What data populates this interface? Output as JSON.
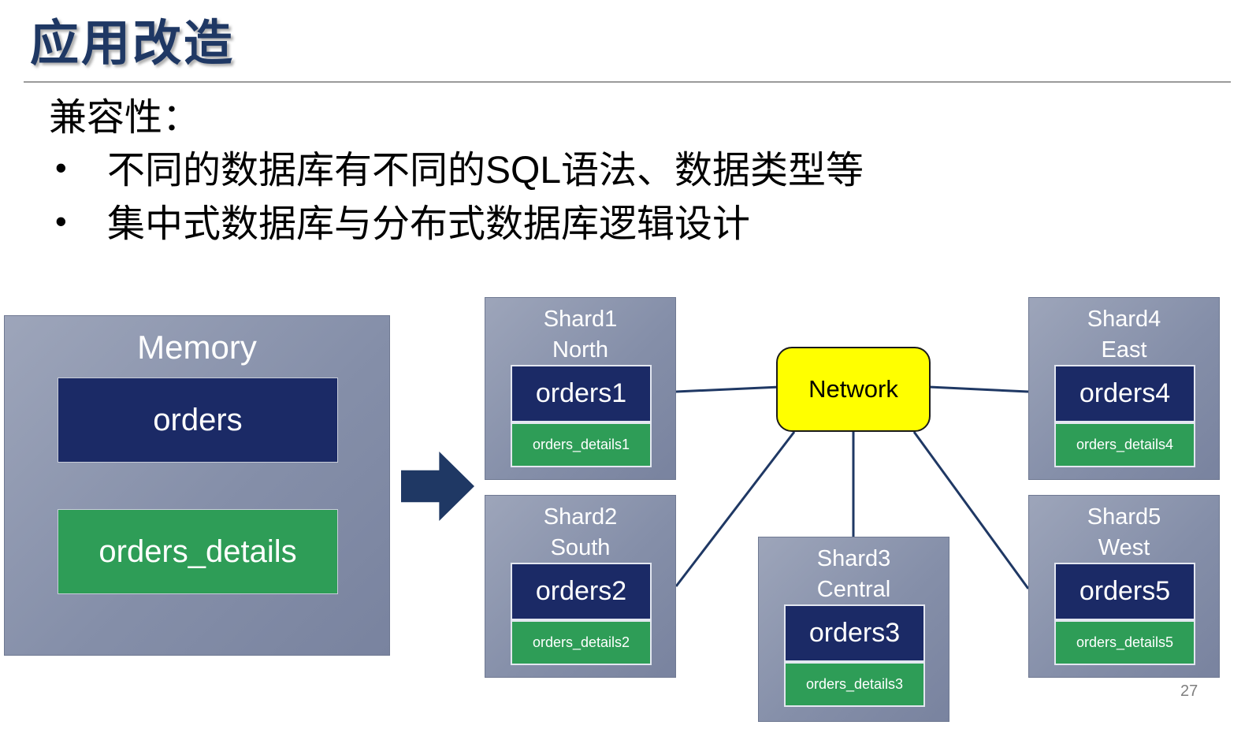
{
  "slide": {
    "title": "应用改造",
    "page_number": "27"
  },
  "content": {
    "heading": "兼容性：",
    "bullet_glyph": "•",
    "bullets": [
      "不同的数据库有不同的SQL语法、数据类型等",
      "集中式数据库与分布式数据库逻辑设计"
    ]
  },
  "diagram": {
    "memory": {
      "label": "Memory",
      "orders": "orders",
      "details": "orders_details"
    },
    "network": {
      "label": "Network"
    },
    "shards": [
      {
        "title": "Shard1",
        "subtitle": "North",
        "orders": "orders1",
        "details": "orders_details1"
      },
      {
        "title": "Shard2",
        "subtitle": "South",
        "orders": "orders2",
        "details": "orders_details2"
      },
      {
        "title": "Shard3",
        "subtitle": "Central",
        "orders": "orders3",
        "details": "orders_details3"
      },
      {
        "title": "Shard4",
        "subtitle": "East",
        "orders": "orders4",
        "details": "orders_details4"
      },
      {
        "title": "Shard5",
        "subtitle": "West",
        "orders": "orders5",
        "details": "orders_details5"
      }
    ],
    "colors": {
      "navy_table": "#1B2A66",
      "green_table": "#2E9D57",
      "panel_gray_blue": "#8A93AB",
      "network_fill": "#FFFF00",
      "accent_navy": "#1F3864"
    }
  }
}
